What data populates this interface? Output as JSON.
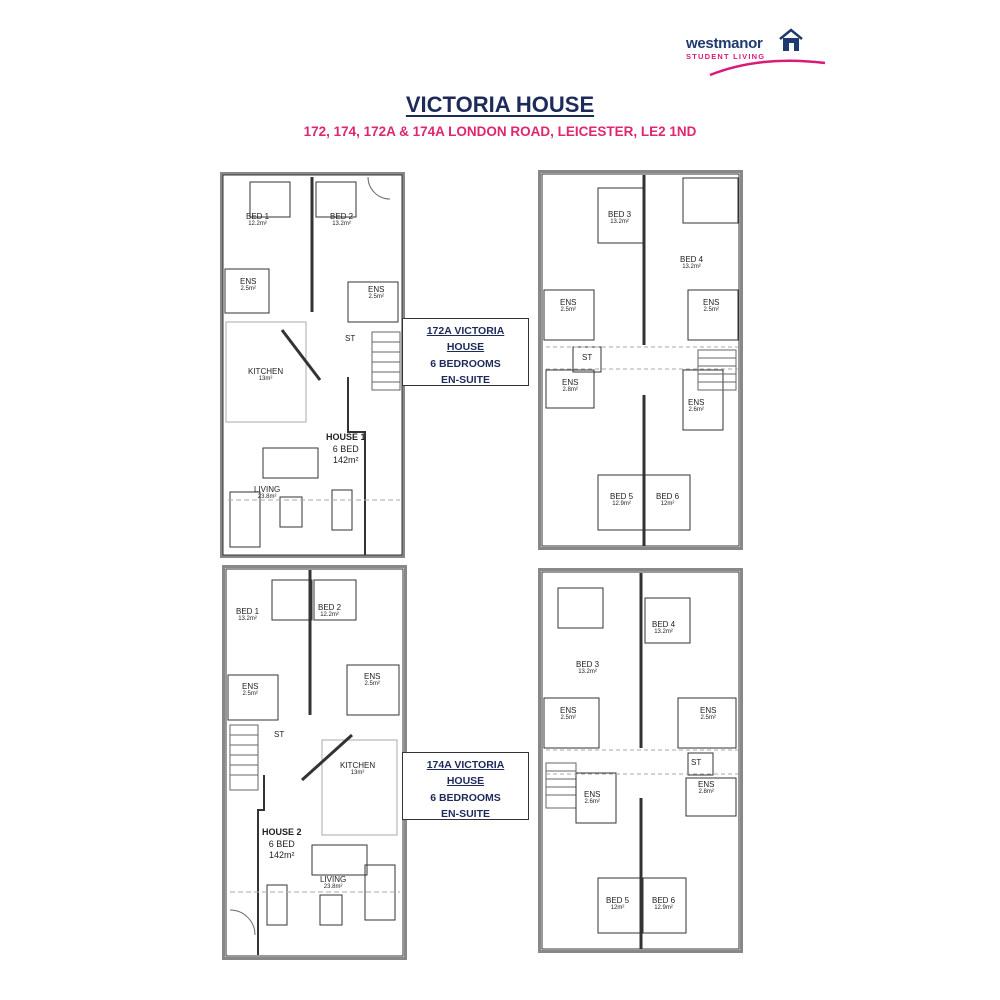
{
  "logo": {
    "brand": "westmanor",
    "tagline": "STUDENT LIVING",
    "icon": "house-icon",
    "colors": {
      "brand": "#1e3a6e",
      "accent": "#d81b78"
    }
  },
  "header": {
    "title": "VICTORIA HOUSE",
    "address": "172, 174, 172A & 174A LONDON ROAD, LEICESTER, LE2 1ND",
    "colors": {
      "title": "#1e2a5a",
      "address": "#e0266f"
    }
  },
  "plans": {
    "house1": {
      "name": "HOUSE 1",
      "beds": "6 BED",
      "area": "142m²",
      "rooms": [
        {
          "label": "BED 1",
          "area": "12.2m²"
        },
        {
          "label": "BED 2",
          "area": "13.2m²"
        },
        {
          "label": "ENS",
          "area": "2.5m²"
        },
        {
          "label": "ENS",
          "area": "2.5m²"
        },
        {
          "label": "ST",
          "area": ""
        },
        {
          "label": "KITCHEN",
          "area": "13m²"
        },
        {
          "label": "LIVING",
          "area": "23.8m²"
        }
      ]
    },
    "house2": {
      "name": "HOUSE 2",
      "beds": "6 BED",
      "area": "142m²",
      "rooms": [
        {
          "label": "BED 1",
          "area": "13.2m²"
        },
        {
          "label": "BED 2",
          "area": "12.2m²"
        },
        {
          "label": "ENS",
          "area": "2.5m²"
        },
        {
          "label": "ENS",
          "area": "2.5m²"
        },
        {
          "label": "ST",
          "area": ""
        },
        {
          "label": "KITCHEN",
          "area": "13m²"
        },
        {
          "label": "LIVING",
          "area": "23.8m²"
        }
      ]
    },
    "flat172a": {
      "rooms": [
        {
          "label": "BED 3",
          "area": "13.2m²"
        },
        {
          "label": "BED 4",
          "area": "13.2m²"
        },
        {
          "label": "ENS",
          "area": "2.5m²"
        },
        {
          "label": "ENS",
          "area": "2.5m²"
        },
        {
          "label": "ST",
          "area": ""
        },
        {
          "label": "ENS",
          "area": "2.8m²"
        },
        {
          "label": "ENS",
          "area": "2.6m²"
        },
        {
          "label": "BED 5",
          "area": "12.9m²"
        },
        {
          "label": "BED 6",
          "area": "12m²"
        }
      ]
    },
    "flat174a": {
      "rooms": [
        {
          "label": "BED 3",
          "area": "13.2m²"
        },
        {
          "label": "BED 4",
          "area": "13.2m²"
        },
        {
          "label": "ENS",
          "area": "2.5m²"
        },
        {
          "label": "ENS",
          "area": "2.5m²"
        },
        {
          "label": "ST",
          "area": ""
        },
        {
          "label": "ENS",
          "area": "2.6m²"
        },
        {
          "label": "ENS",
          "area": "2.8m²"
        },
        {
          "label": "BED 5",
          "area": "12m²"
        },
        {
          "label": "BED 6",
          "area": "12.9m²"
        }
      ]
    }
  },
  "info_boxes": [
    {
      "line1": "172A VICTORIA",
      "line2": "HOUSE",
      "line3": "6 BEDROOMS",
      "line4": "EN-SUITE"
    },
    {
      "line1": "174A VICTORIA",
      "line2": "HOUSE",
      "line3": "6 BEDROOMS",
      "line4": "EN-SUITE"
    }
  ]
}
